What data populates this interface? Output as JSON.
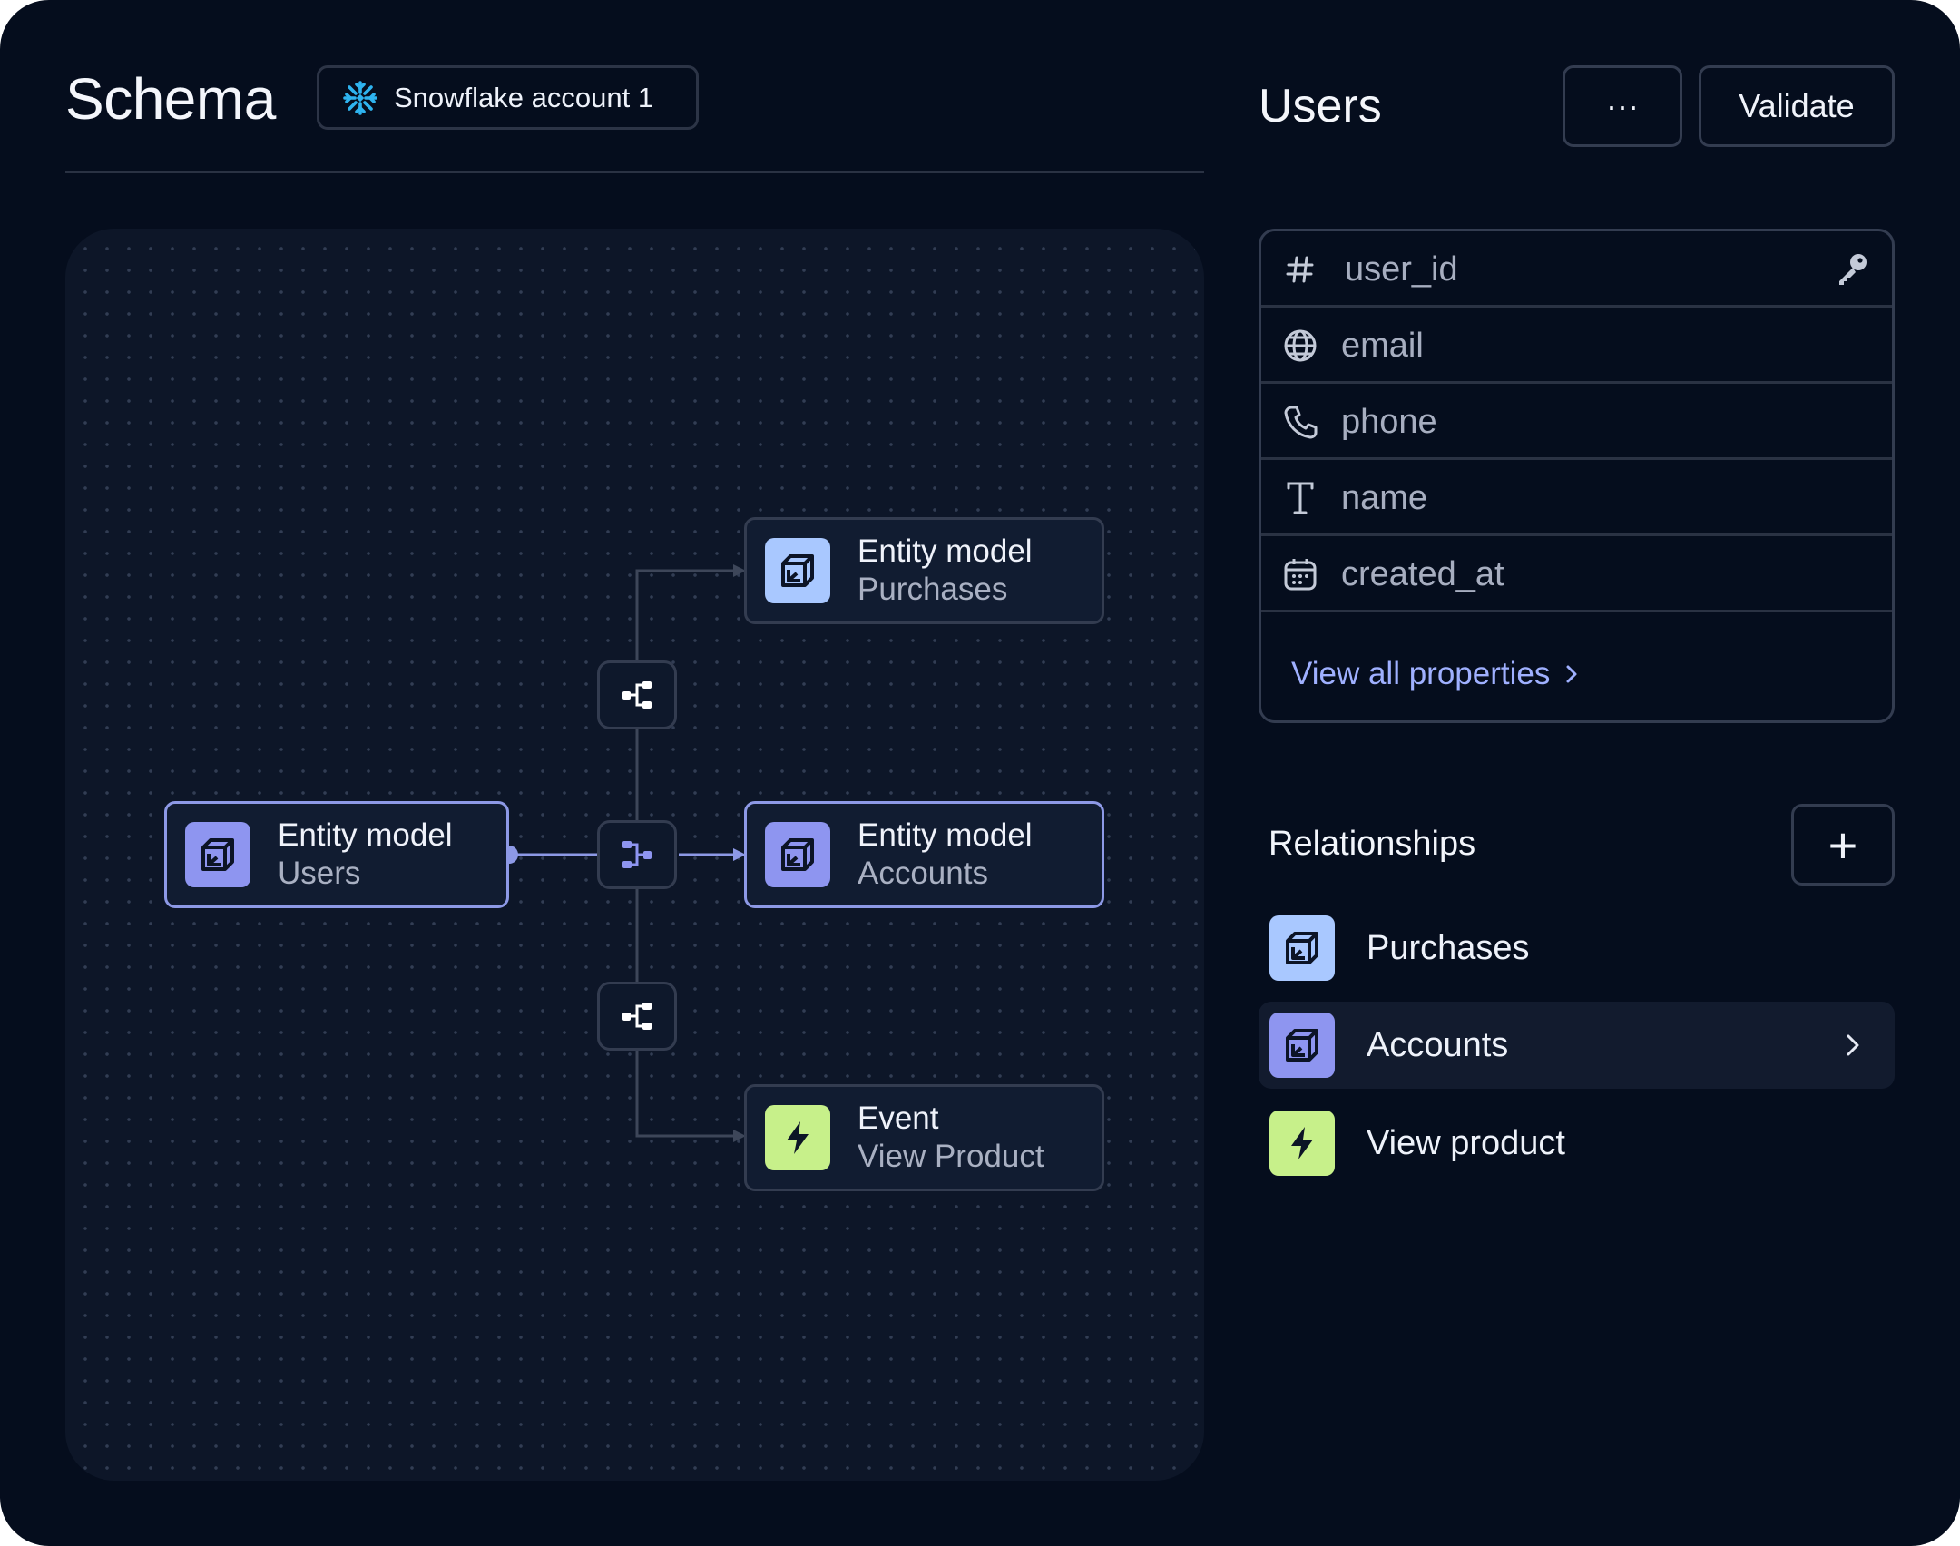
{
  "header": {
    "title": "Schema",
    "account_label": "Snowflake account 1"
  },
  "canvas": {
    "nodes": {
      "users": {
        "kind": "Entity model",
        "name": "Users"
      },
      "purchases": {
        "kind": "Entity model",
        "name": "Purchases"
      },
      "accounts": {
        "kind": "Entity model",
        "name": "Accounts"
      },
      "event": {
        "kind": "Event",
        "name": "View Product"
      }
    }
  },
  "panel": {
    "title": "Users",
    "more_label": "···",
    "validate_label": "Validate",
    "properties": [
      {
        "label": "user_id",
        "icon": "hash-icon",
        "primary_key": true
      },
      {
        "label": "email",
        "icon": "globe-icon"
      },
      {
        "label": "phone",
        "icon": "phone-icon"
      },
      {
        "label": "name",
        "icon": "text-icon"
      },
      {
        "label": "created_at",
        "icon": "calendar-icon"
      }
    ],
    "view_all_label": "View all properties",
    "relationships_title": "Relationships",
    "add_label": "+",
    "relationships": [
      {
        "label": "Purchases",
        "icon": "cube-icon",
        "color": "#a9c8ff"
      },
      {
        "label": "Accounts",
        "icon": "cube-icon",
        "color": "#8e95f0",
        "selected": true
      },
      {
        "label": "View product",
        "icon": "bolt-icon",
        "color": "#c7f08a"
      }
    ]
  },
  "colors": {
    "background": "#050d1d",
    "canvas": "#0d1628",
    "accent_link": "#9fb0ff",
    "entity_blue": "#a9c8ff",
    "entity_purple": "#8e95f0",
    "event_green": "#c7f08a"
  }
}
